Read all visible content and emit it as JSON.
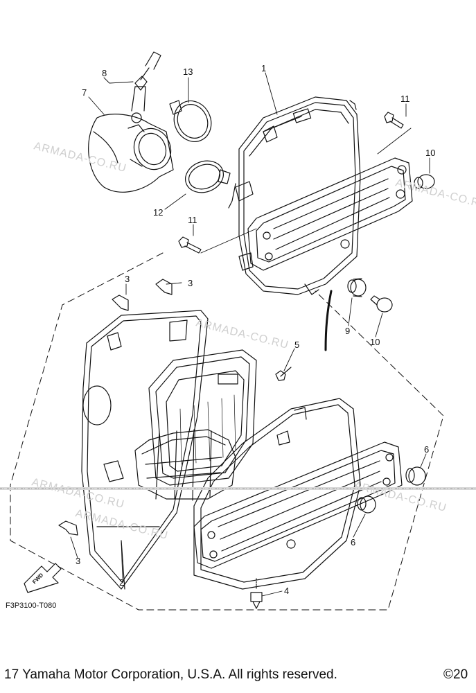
{
  "part_numbers": {
    "p1": "1",
    "p2": "2",
    "p3a": "3",
    "p3b": "3",
    "p3c": "3",
    "p4": "4",
    "p5": "5",
    "p6a": "6",
    "p6b": "6",
    "p7": "7",
    "p8": "8",
    "p9": "9",
    "p10a": "10",
    "p10b": "10",
    "p11a": "11",
    "p11b": "11",
    "p12": "12",
    "p13": "13"
  },
  "watermarks": [
    "ARMADA-CO.RU",
    "ARMADA-CO.RU",
    "ARMADA-CO.RU",
    "ARMADA-CO.RU",
    "ARMADA-CO.RU",
    "ARMADA-CO.RU"
  ],
  "fwd_label": "FWD",
  "diagram_code": "F3P3100-T080",
  "copyright": "17 Yamaha Motor Corporation, U.S.A. All rights reserved.",
  "copyright_right": "©20"
}
